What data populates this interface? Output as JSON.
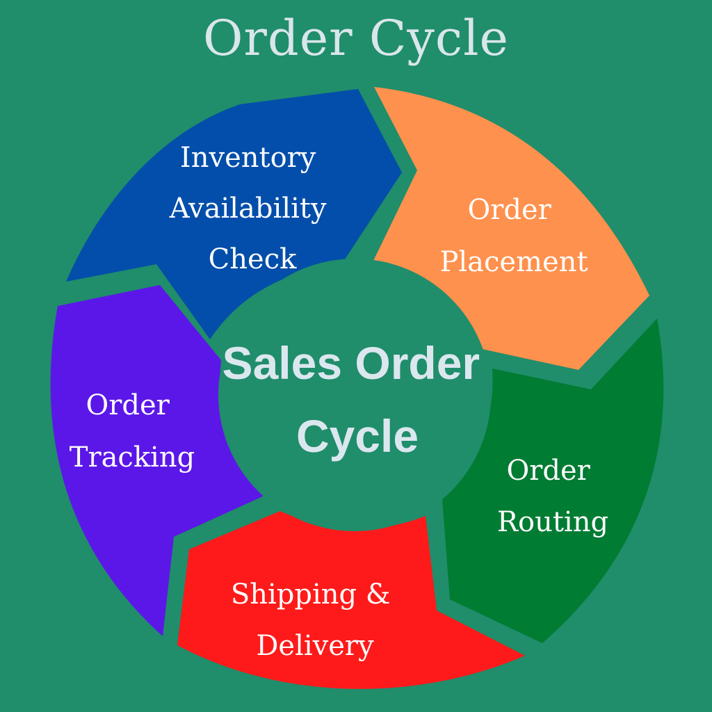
{
  "title": "Order Cycle",
  "center": {
    "lines": [
      "Sales Order",
      "Cycle"
    ],
    "color": "#208d6b"
  },
  "stages": [
    {
      "lines": [
        "Inventory",
        "Availability",
        "Check"
      ],
      "color": "#034eaa"
    },
    {
      "lines": [
        "Order",
        "Placement"
      ],
      "color": "#fe914d"
    },
    {
      "lines": [
        "Order",
        "Routing"
      ],
      "color": "#017c33"
    },
    {
      "lines": [
        "Shipping &",
        "Delivery"
      ],
      "color": "#fe1a1a"
    },
    {
      "lines": [
        "Order",
        "Tracking"
      ],
      "color": "#5b17e8"
    }
  ],
  "colors": {
    "background": "#208d6b",
    "title": "#d9e6ea",
    "hub_text": "#dbe7ee",
    "stage_text": "#ffffff"
  }
}
